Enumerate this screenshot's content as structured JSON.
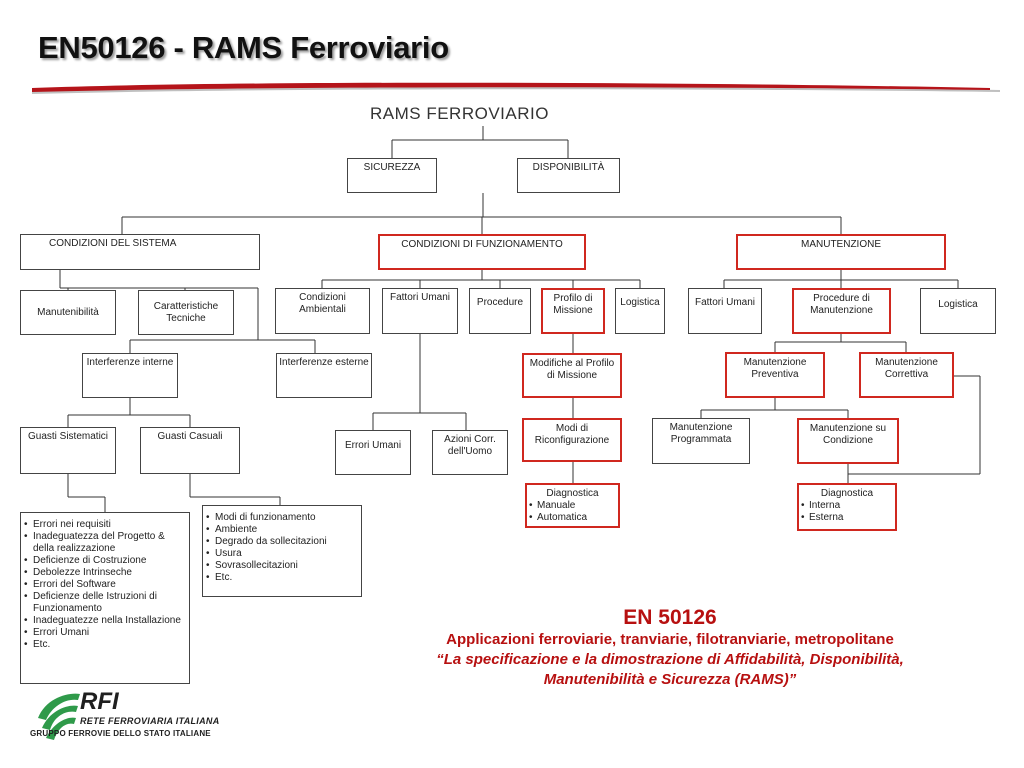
{
  "slide": {
    "title": "EN50126 - RAMS Ferroviario"
  },
  "diagram": {
    "title": "RAMS FERROVIARIO",
    "sicurezza": "SICUREZZA",
    "disponibilita": "DISPONIBILITÀ",
    "cond_sistema": "CONDIZIONI DEL SISTEMA",
    "cond_funzionamento": "CONDIZIONI DI FUNZIONAMENTO",
    "manutenzione": "MANUTENZIONE",
    "manutenibilita": "Manutenibilità",
    "caratteristiche": "Caratteristiche Tecniche",
    "interferenze_interne": "Interferenze interne",
    "interferenze_esterne": "Interferenze esterne",
    "guasti_sistematici": "Guasti Sistematici",
    "guasti_casuali": "Guasti Casuali",
    "sistematici_list": [
      "Errori nei requisiti",
      "Inadeguatezza del Progetto & della realizzazione",
      "Deficienze di Costruzione",
      "Debolezze Intrinseche",
      "Errori del Software",
      "Deficienze delle Istruzioni di Funzionamento",
      "Inadeguatezze nella Installazione",
      "Errori Umani",
      "Etc."
    ],
    "casuali_list": [
      "Modi di funzionamento",
      "Ambiente",
      "Degrado da sollecitazioni",
      "Usura",
      "Sovrasollecitazioni",
      "Etc."
    ],
    "condizioni_ambientali": "Condizioni Ambientali",
    "fattori_umani": "Fattori Umani",
    "procedure": "Procedure",
    "profilo_missione": "Profilo di Missione",
    "logistica": "Logistica",
    "errori_umani": "Errori Umani",
    "azioni_corr": "Azioni Corr. dell'Uomo",
    "modifiche_profilo": "Modifiche al Profilo di Missione",
    "modi_riconfig": "Modi di Riconfigurazione",
    "diagnostica_1_title": "Diagnostica",
    "diagnostica_1_list": [
      "Manuale",
      "Automatica"
    ],
    "m_fattori_umani": "Fattori Umani",
    "procedure_manutenzione": "Procedure di Manutenzione",
    "m_logistica": "Logistica",
    "man_preventiva": "Manutenzione Preventiva",
    "man_correttiva": "Manutenzione Correttiva",
    "man_programmata": "Manutenzione Programmata",
    "man_su_condizione": "Manutenzione su Condizione",
    "diagnostica_2_title": "Diagnostica",
    "diagnostica_2_list": [
      "Interna",
      "Esterna"
    ]
  },
  "footer": {
    "en_title": "EN 50126",
    "en_subtitle": "Applicazioni ferroviarie, tranviarie, filotranviarie, metropolitane",
    "en_quote_1": "“La specificazione e la dimostrazione di Affidabilità, Disponibilità,",
    "en_quote_2": "Manutenibilità e Sicurezza (RAMS)”"
  },
  "logo": {
    "brand": "RFI",
    "rete": "RETE FERROVIARIA ITALIANA",
    "gruppo": "GRUPPO FERROVIE DELLO STATO ITALIANE"
  },
  "colors": {
    "accent_red": "#d0281f",
    "logo_green": "#2f9a4a",
    "text_red": "#b71010"
  }
}
